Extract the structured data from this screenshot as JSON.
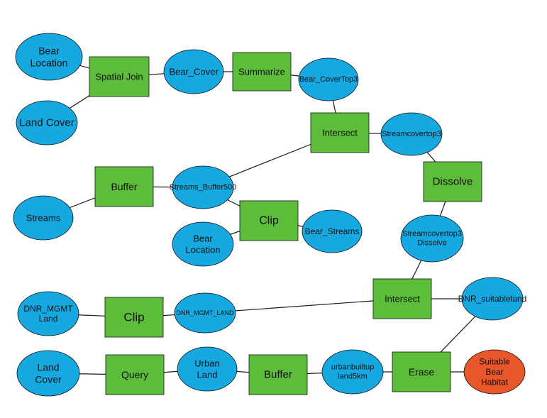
{
  "colors": {
    "data": "#16a9e1",
    "tool": "#5dbd3b",
    "result": "#e8572a",
    "line": "#1a1a1a",
    "text": "#111111"
  },
  "nodes": [
    {
      "id": "bear-location-1",
      "kind": "data",
      "lines": [
        "Bear",
        "Location"
      ]
    },
    {
      "id": "land-cover-1",
      "kind": "data",
      "lines": [
        "Land Cover"
      ]
    },
    {
      "id": "spatial-join",
      "kind": "tool",
      "lines": [
        "Spatial Join"
      ]
    },
    {
      "id": "bear-cover",
      "kind": "data",
      "lines": [
        "Bear_Cover"
      ]
    },
    {
      "id": "summarize",
      "kind": "tool",
      "lines": [
        "Summarize"
      ]
    },
    {
      "id": "bear-covertop3",
      "kind": "data",
      "lines": [
        "Bear_CoverTop3"
      ]
    },
    {
      "id": "intersect-1",
      "kind": "tool",
      "lines": [
        "Intersect"
      ]
    },
    {
      "id": "streamcovertop3",
      "kind": "data",
      "lines": [
        "Streamcovertop3"
      ]
    },
    {
      "id": "dissolve",
      "kind": "tool",
      "lines": [
        "Dissolve"
      ]
    },
    {
      "id": "streamcovertop3-dissolve",
      "kind": "data",
      "lines": [
        "Streamcovertop3",
        "Dissolve"
      ]
    },
    {
      "id": "streams",
      "kind": "data",
      "lines": [
        "Streams"
      ]
    },
    {
      "id": "buffer-1",
      "kind": "tool",
      "lines": [
        "Buffer"
      ]
    },
    {
      "id": "streams-buffer500",
      "kind": "data",
      "lines": [
        "Streams_Buffer500"
      ]
    },
    {
      "id": "clip-1",
      "kind": "tool",
      "lines": [
        "Clip"
      ]
    },
    {
      "id": "bear-location-2",
      "kind": "data",
      "lines": [
        "Bear",
        "Location"
      ]
    },
    {
      "id": "bear-streams",
      "kind": "data",
      "lines": [
        "Bear_Streams"
      ]
    },
    {
      "id": "dnr-mgmt-land-input",
      "kind": "data",
      "lines": [
        "DNR_MGMT",
        "Land"
      ]
    },
    {
      "id": "clip-2",
      "kind": "tool",
      "lines": [
        "Clip"
      ]
    },
    {
      "id": "dnr-mgmt-land",
      "kind": "data",
      "lines": [
        "DNR_MGMT_LAND"
      ]
    },
    {
      "id": "intersect-2",
      "kind": "tool",
      "lines": [
        "Intersect"
      ]
    },
    {
      "id": "dnr-suitableland",
      "kind": "data",
      "lines": [
        "DNR_suitableland"
      ]
    },
    {
      "id": "land-cover-2",
      "kind": "data",
      "lines": [
        "Land",
        "Cover"
      ]
    },
    {
      "id": "query",
      "kind": "tool",
      "lines": [
        "Query"
      ]
    },
    {
      "id": "urban-land",
      "kind": "data",
      "lines": [
        "Urban",
        "Land"
      ]
    },
    {
      "id": "buffer-2",
      "kind": "tool",
      "lines": [
        "Buffer"
      ]
    },
    {
      "id": "urbanbuiltup-land5km",
      "kind": "data",
      "lines": [
        "urbanbuiltup",
        "land5km"
      ]
    },
    {
      "id": "erase",
      "kind": "tool",
      "lines": [
        "Erase"
      ]
    },
    {
      "id": "suitable-bear-habitat",
      "kind": "result",
      "lines": [
        "Suitable",
        "Bear",
        "Habitat"
      ]
    }
  ],
  "edges": [
    [
      "bear-location-1",
      "spatial-join"
    ],
    [
      "land-cover-1",
      "spatial-join"
    ],
    [
      "spatial-join",
      "bear-cover"
    ],
    [
      "bear-cover",
      "summarize"
    ],
    [
      "summarize",
      "bear-covertop3"
    ],
    [
      "bear-covertop3",
      "intersect-1"
    ],
    [
      "intersect-1",
      "streamcovertop3"
    ],
    [
      "streamcovertop3",
      "dissolve"
    ],
    [
      "dissolve",
      "streamcovertop3-dissolve"
    ],
    [
      "intersect-1",
      "streams-buffer500"
    ],
    [
      "streams",
      "buffer-1"
    ],
    [
      "buffer-1",
      "streams-buffer500"
    ],
    [
      "streams-buffer500",
      "clip-1"
    ],
    [
      "bear-location-2",
      "clip-1"
    ],
    [
      "clip-1",
      "bear-streams"
    ],
    [
      "streamcovertop3-dissolve",
      "intersect-2"
    ],
    [
      "dnr-mgmt-land-input",
      "clip-2"
    ],
    [
      "clip-2",
      "dnr-mgmt-land"
    ],
    [
      "dnr-mgmt-land",
      "intersect-2"
    ],
    [
      "intersect-2",
      "dnr-suitableland"
    ],
    [
      "dnr-suitableland",
      "erase"
    ],
    [
      "land-cover-2",
      "query"
    ],
    [
      "query",
      "urban-land"
    ],
    [
      "urban-land",
      "buffer-2"
    ],
    [
      "buffer-2",
      "urbanbuiltup-land5km"
    ],
    [
      "urbanbuiltup-land5km",
      "erase"
    ],
    [
      "erase",
      "suitable-bear-habitat"
    ]
  ]
}
